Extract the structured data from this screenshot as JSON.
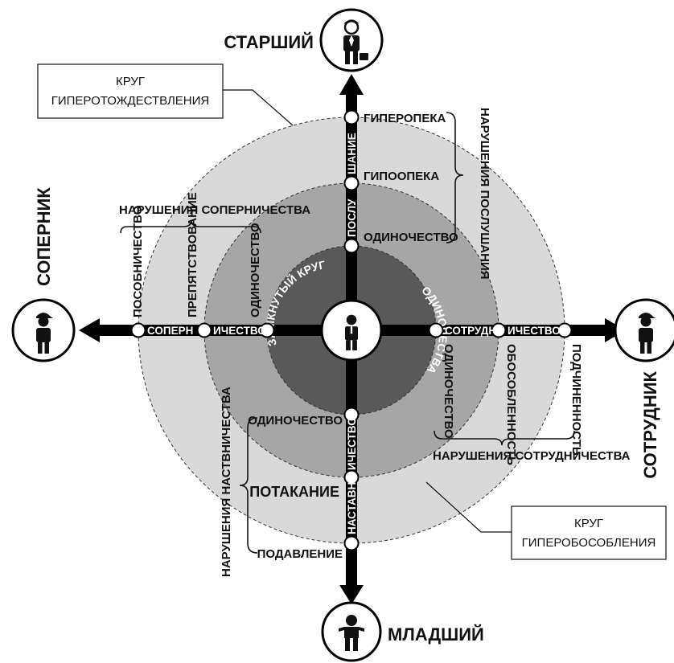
{
  "roles": {
    "top": "СТАРШИЙ",
    "bottom": "МЛАДШИЙ",
    "left": "СОПЕРНИК",
    "right": "СОТРУДНИК"
  },
  "axes": {
    "top_1": "ПОСЛУ",
    "top_2": "ШАНИЕ",
    "bottom_1": "НАСТАВН",
    "bottom_2": "ИЧЕСТВО",
    "left_1": "СОПЕРН",
    "left_2": "ИЧЕСТВО",
    "right_1": "СОТРУДН",
    "right_2": "ИЧЕСТВО"
  },
  "inner_circle": {
    "left_arc": "ЗАМКНУТЫЙ КРУГ",
    "right_arc": "ОДИНОЧЕСТВА"
  },
  "top_labels": {
    "outer": "ГИПЕРОПЕКА",
    "middle": "ГИПООПЕКА",
    "inner": "ОДИНОЧЕСТВО",
    "group": "НАРУШЕНИЯ ПОСЛУШАНИЯ"
  },
  "left_labels": {
    "outer": "ПОСОБНИЧЕСТВО",
    "middle": "ПРЕПЯТСТВОВАНИЕ",
    "inner": "ОДИНОЧЕСТВО",
    "group": "НАРУШЕНИЯ СОПЕРНИЧЕСТВА"
  },
  "right_labels": {
    "inner": "ОДИНОЧЕСТВО",
    "middle": "ОБОСОБЛЕННОСТЬ",
    "outer": "ПОДЧИНЕННОСТЬ",
    "group": "НАРУШЕНИЯ СОТРУДНИЧЕСТВА"
  },
  "bottom_labels": {
    "inner": "ОДИНОЧЕСТВО",
    "middle": "ПОТАКАНИЕ",
    "outer": "ПОДАВЛЕНИЕ",
    "group": "НАРУШЕНИЯ НАСТВНИЧЕСТВА"
  },
  "callouts": {
    "hyperidentity_1": "КРУГ",
    "hyperidentity_2": "ГИПЕРОТОЖДЕСТВЛЕНИЯ",
    "hyperisolation_1": "КРУГ",
    "hyperisolation_2": "ГИПЕРОБОСОБЛЕНИЯ"
  },
  "colors": {
    "outer_ring": "#d9d9d9",
    "middle_ring": "#a6a6a6",
    "inner_ring": "#595959",
    "axis": "#000000",
    "node": "#ffffff"
  },
  "icons": [
    "businessman-icon",
    "person-icon",
    "child-icon",
    "person-cap-icon"
  ]
}
